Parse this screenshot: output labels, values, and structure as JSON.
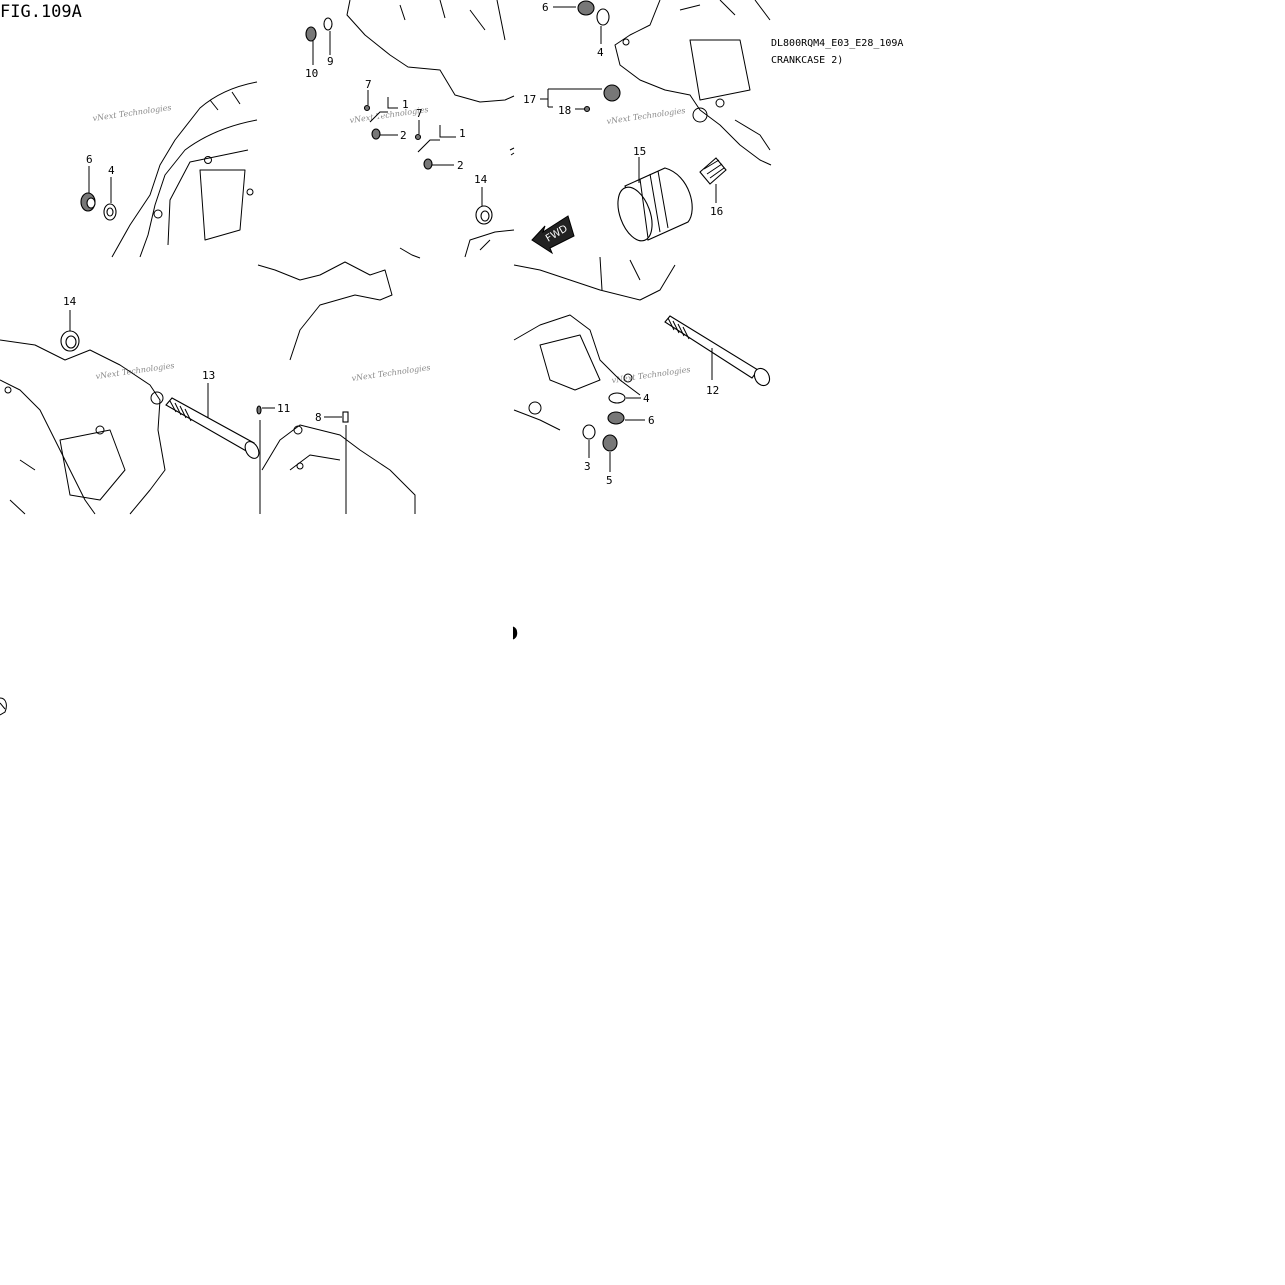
{
  "figure": {
    "title": "FIG.109A",
    "model_code": "DL800RQM4_E03_E28_109A",
    "section": "CRANKCASE 2)"
  },
  "watermark": "vNext Technologies",
  "arrow": {
    "label": "FWD"
  },
  "callouts": [
    {
      "id": "c-6-a",
      "text": "6"
    },
    {
      "id": "c-4-a",
      "text": "4"
    },
    {
      "id": "c-10",
      "text": "10"
    },
    {
      "id": "c-9",
      "text": "9"
    },
    {
      "id": "c-7-a",
      "text": "7"
    },
    {
      "id": "c-1-a",
      "text": "1"
    },
    {
      "id": "c-2-a",
      "text": "2"
    },
    {
      "id": "c-7-b",
      "text": "7"
    },
    {
      "id": "c-1-b",
      "text": "1"
    },
    {
      "id": "c-2-b",
      "text": "2"
    },
    {
      "id": "c-14-a",
      "text": "14"
    },
    {
      "id": "c-6-b",
      "text": "6"
    },
    {
      "id": "c-4-b",
      "text": "4"
    },
    {
      "id": "c-17",
      "text": "17"
    },
    {
      "id": "c-18",
      "text": "18"
    },
    {
      "id": "c-15",
      "text": "15"
    },
    {
      "id": "c-16",
      "text": "16"
    },
    {
      "id": "c-14-b",
      "text": "14"
    },
    {
      "id": "c-13",
      "text": "13"
    },
    {
      "id": "c-11",
      "text": "11"
    },
    {
      "id": "c-8",
      "text": "8"
    },
    {
      "id": "c-12",
      "text": "12"
    },
    {
      "id": "c-4-c",
      "text": "4"
    },
    {
      "id": "c-6-c",
      "text": "6"
    },
    {
      "id": "c-3",
      "text": "3"
    },
    {
      "id": "c-5",
      "text": "5"
    }
  ]
}
